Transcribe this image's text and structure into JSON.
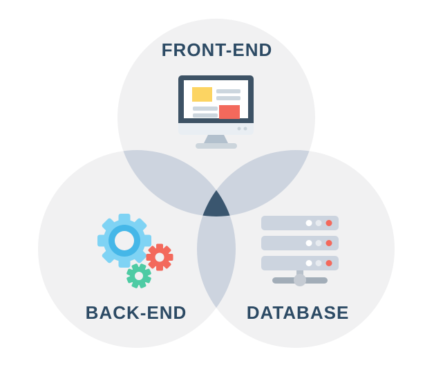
{
  "diagram": {
    "type": "venn",
    "sets": [
      {
        "id": "frontend",
        "label": "FRONT-END",
        "icon": "monitor-icon"
      },
      {
        "id": "backend",
        "label": "BACK-END",
        "icon": "gears-icon"
      },
      {
        "id": "database",
        "label": "DATABASE",
        "icon": "server-stack-icon"
      }
    ],
    "colors": {
      "background": "#ffffff",
      "circle_fill": "#f1f1f2",
      "pair_overlap": "#cdd4df",
      "triple_overlap": "#3a566f",
      "label_text": "#2c4a64",
      "monitor_frame": "#3d5265",
      "monitor_chin": "#e9eef3",
      "panel_yellow": "#fcd462",
      "panel_red": "#f3695c",
      "screen_bars": "#ccd6de",
      "stand_gray": "#b2c0cd",
      "base_gray": "#ccd5dc",
      "gear_blue": "#7fd3f4",
      "gear_blue_ring": "#45b7e8",
      "gear_red": "#f3695c",
      "gear_green": "#4ecba4",
      "server_body": "#ccd4df",
      "server_dot_white": "#ffffff",
      "server_dot_gray": "#e7ebf0",
      "server_dot_red": "#f3695c",
      "server_bar": "#a2adb8",
      "server_connector": "#b7c0ca",
      "server_hub": "#c5cbd3"
    }
  }
}
